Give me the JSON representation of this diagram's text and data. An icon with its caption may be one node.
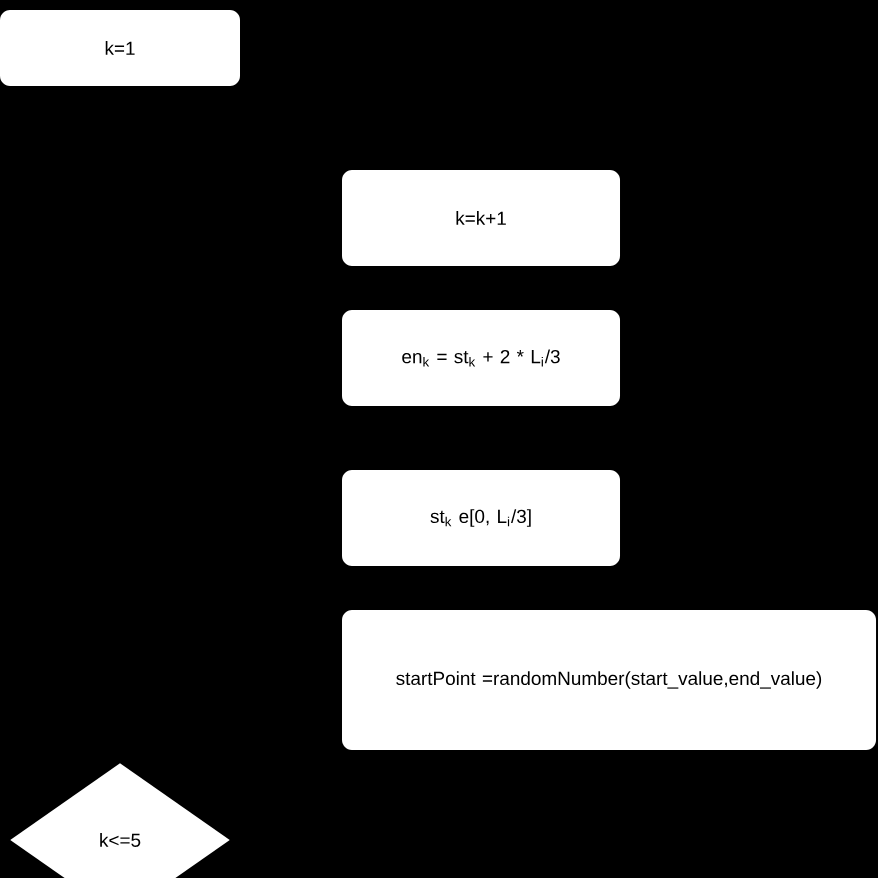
{
  "diagram": {
    "nodes": [
      {
        "text": [
          "k=1"
        ]
      },
      {
        "text": [
          "k=k+1"
        ]
      },
      {
        "text": [
          "en$_{k}$ = st$_{k}$ + 2 * L$_{i}$/3"
        ]
      },
      {
        "text": [
          "st$_{k}$ e[0, L$_{i}$/3]"
        ]
      },
      {
        "text": [
          "startPoint =randomNumber(start_value,end_value)"
        ]
      },
      {
        "text": [
          "k<=5"
        ]
      }
    ]
  }
}
